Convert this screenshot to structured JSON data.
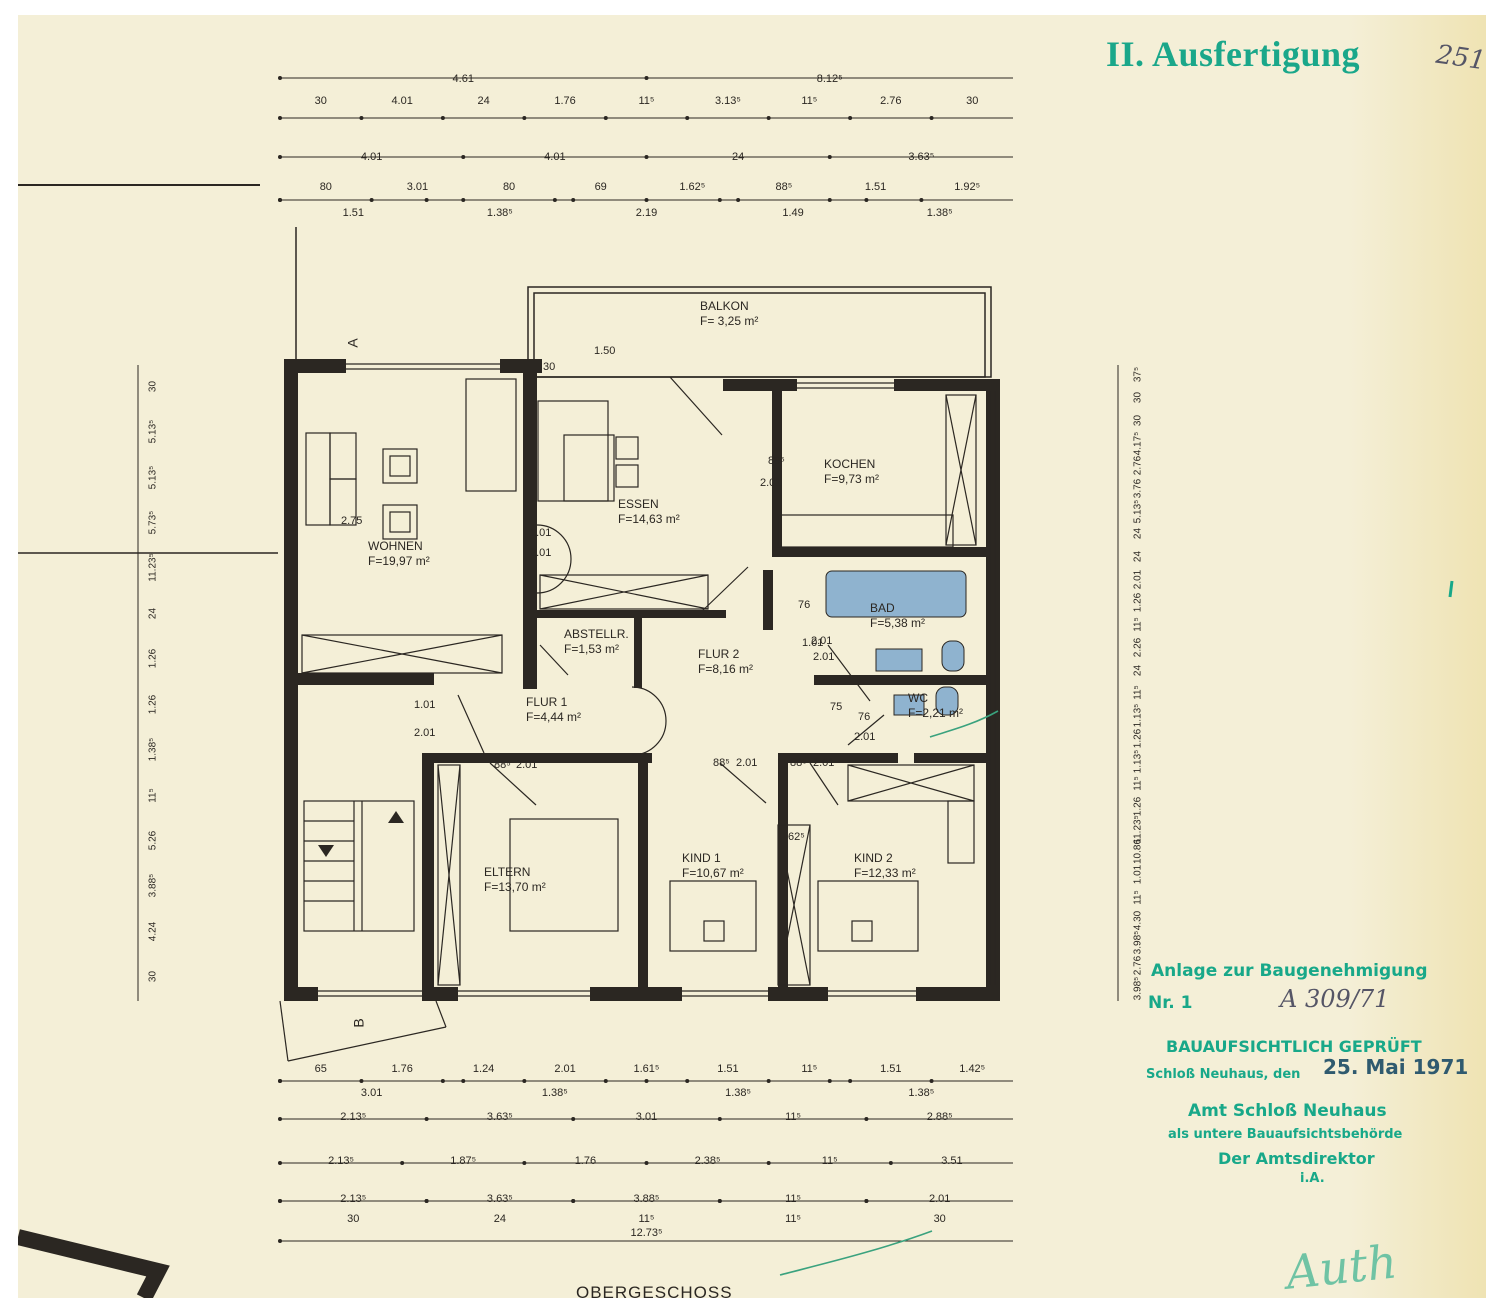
{
  "header": {
    "copy_label": "II. Ausfertigung",
    "page_number": "251"
  },
  "plan_title": "OBERGESCHOSS",
  "rooms": [
    {
      "name": "WOHNEN",
      "area": "F=19,97 m²"
    },
    {
      "name": "ESSEN",
      "area": "F=14,63 m²"
    },
    {
      "name": "KOCHEN",
      "area": "F=9,73 m²"
    },
    {
      "name": "BALKON",
      "area": "F= 3,25 m²"
    },
    {
      "name": "ABSTELLR.",
      "area": "F=1,53 m²"
    },
    {
      "name": "FLUR 2",
      "area": "F=8,16 m²"
    },
    {
      "name": "BAD",
      "area": "F=5,38 m²"
    },
    {
      "name": "FLUR 1",
      "area": "F=4,44 m²"
    },
    {
      "name": "WC",
      "area": "F=2,21 m²"
    },
    {
      "name": "ELTERN",
      "area": "F=13,70 m²"
    },
    {
      "name": "KIND 1",
      "area": "F=10,67 m²"
    },
    {
      "name": "KIND 2",
      "area": "F=12,33 m²"
    }
  ],
  "door_labels": [
    "1.01",
    "2.01",
    "88⁵",
    "2.01",
    "76",
    "2.01",
    "1.01",
    "2.01",
    "1.01",
    "2.01",
    "76",
    "2.01",
    "88⁵",
    "2.01",
    "88⁵",
    "2.01",
    "88⁵",
    "2.01",
    "62⁵",
    "1.50",
    "30",
    "2.75",
    "75"
  ],
  "dimensions": {
    "top_row1": [
      "4.61",
      "8.12⁵"
    ],
    "top_row2": [
      "30",
      "4.01",
      "24",
      "1.76",
      "11⁵",
      "3.13⁵",
      "11⁵",
      "2.76",
      "30"
    ],
    "top_row3": [
      "4.01",
      "4.01",
      "24",
      "3.63⁵"
    ],
    "top_row4": [
      "80",
      "3.01",
      "80",
      "69",
      "1.62⁵",
      "88⁵",
      "1.51",
      "1.92⁵"
    ],
    "top_row5": [
      "1.51",
      "1.38⁵",
      "2.19",
      "1.49",
      "1.38⁵"
    ],
    "left_col": [
      "30",
      "5.13⁵",
      "5.13⁵",
      "5.73⁵",
      "11.23⁵",
      "24",
      "1.26",
      "1.26",
      "1.38⁵",
      "11⁵",
      "5.26",
      "3.88⁵",
      "4.24",
      "30"
    ],
    "right_col": [
      "37⁵",
      "30",
      "30",
      "4.17⁵",
      "2.76",
      "3.76",
      "5.13⁵",
      "24",
      "24",
      "2.01",
      "1.26",
      "11⁵",
      "2.26",
      "24",
      "11⁵",
      "1.13⁵",
      "1.26",
      "1.13⁵",
      "11⁵",
      "1.26",
      "11.23⁵",
      "10.86",
      "1.01",
      "11⁵",
      "4.30",
      "3.98⁵",
      "2.76",
      "3.98⁵"
    ],
    "bottom_row1": [
      "65",
      "1.76",
      "1.24",
      "2.01",
      "1.61⁵",
      "1.51",
      "11⁵",
      "1.51",
      "1.42⁵"
    ],
    "bottom_row2": [
      "3.01",
      "1.38⁵",
      "1.38⁵",
      "1.38⁵"
    ],
    "bottom_row3": [
      "2.13⁵",
      "3.63⁵",
      "3.01",
      "11⁵",
      "2.88⁵"
    ],
    "bottom_row4": [
      "2.13⁵",
      "1.87⁵",
      "1.76",
      "2.38⁵",
      "11⁵",
      "3.51"
    ],
    "bottom_row5": [
      "2.13⁵",
      "3.63⁵",
      "3.88⁵",
      "11⁵",
      "2.01"
    ],
    "bottom_row6": [
      "30",
      "24",
      "11⁵",
      "11⁵",
      "30"
    ],
    "bottom_total": [
      "12.73⁵"
    ]
  },
  "section_marks": [
    "A",
    "B"
  ],
  "approval_stamp": {
    "line1": "Anlage zur Baugenehmigung",
    "line2_prefix": "Nr. 1",
    "line2_value": "A 309/71",
    "line3": "BAUAUFSICHTLICH GEPRÜFT",
    "line4_prefix": "Schloß Neuhaus, den",
    "line4_date": "25. Mai 1971",
    "line5": "Amt Schloß Neuhaus",
    "line6": "als untere Bauaufsichtsbehörde",
    "line7": "Der Amtsdirektor",
    "line8": "i.A."
  },
  "signature": "Auth",
  "colors": {
    "stamp_green": "#18a889",
    "ink": "#2b2722",
    "paper": "#f4efd7",
    "bath_blue": "#8fb3cf"
  }
}
